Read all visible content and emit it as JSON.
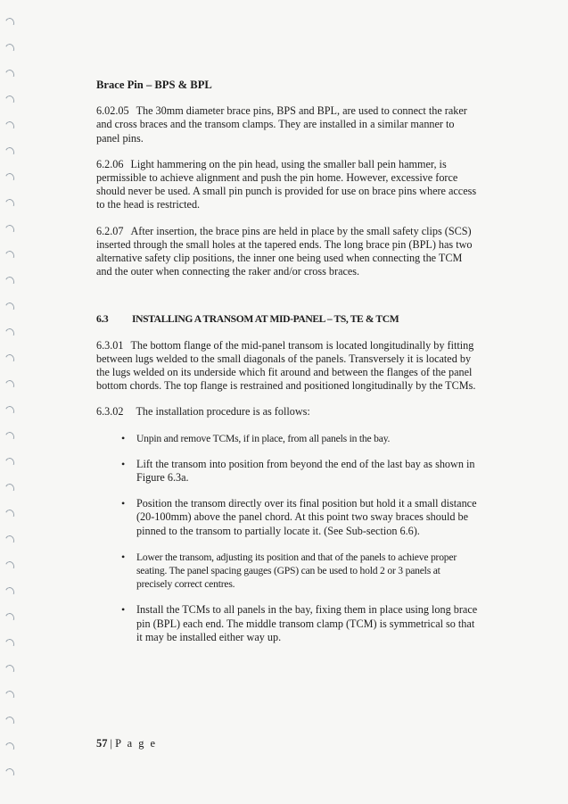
{
  "heading": "Brace Pin – BPS & BPL",
  "paragraphs": [
    {
      "num": "6.02.05",
      "text": "The 30mm diameter brace pins, BPS and BPL, are used to connect the raker and cross braces and the transom clamps. They are installed in a similar manner to panel pins."
    },
    {
      "num": "6.2.06",
      "text": "Light hammering on the pin head, using the smaller ball pein hammer, is permissible to achieve alignment and push the pin home. However, excessive force should never be used. A small pin punch is provided for use on brace pins where access to the head is restricted."
    },
    {
      "num": "6.2.07",
      "text": "After insertion, the brace pins are held in place by the small safety clips (SCS) inserted through the small holes at the tapered ends. The long brace pin (BPL) has two alternative safety clip positions, the inner one being used when connecting the TCM and the outer when connecting the raker and/or cross braces."
    }
  ],
  "section": {
    "num": "6.3",
    "title": "INSTALLING A TRANSOM AT MID-PANEL – TS, TE & TCM"
  },
  "section_paragraphs": [
    {
      "num": "6.3.01",
      "text": "The bottom flange of the mid-panel transom is located longitudinally by fitting between lugs welded to the small diagonals of the panels. Transversely it is located by the lugs welded on its underside which fit around and between the flanges of the panel bottom chords. The top flange is restrained and positioned longitudinally by the TCMs."
    },
    {
      "num": "6.3.02",
      "text": "The installation procedure is as follows:"
    }
  ],
  "bullets": [
    "Unpin and remove TCMs, if in place, from all panels in the bay.",
    "Lift the transom into position from beyond the end of the last bay as shown in Figure 6.3a.",
    "Position the transom directly over its final position but hold it a small distance (20-100mm) above the panel chord. At this point two sway braces should be pinned to the transom to partially locate it. (See Sub-section 6.6).",
    "Lower the transom, adjusting its position and that of the panels to achieve proper seating. The panel spacing gauges (GPS) can be used to hold 2 or 3 panels at precisely correct centres.",
    "Install the TCMs to all panels in the bay, fixing them in place using long brace pin (BPL) each end. The middle transom clamp (TCM) is symmetrical so that it may be installed either way up."
  ],
  "bullet_glyph": "•",
  "footer": {
    "number": "57",
    "separator": "|",
    "label": "P a g e"
  }
}
